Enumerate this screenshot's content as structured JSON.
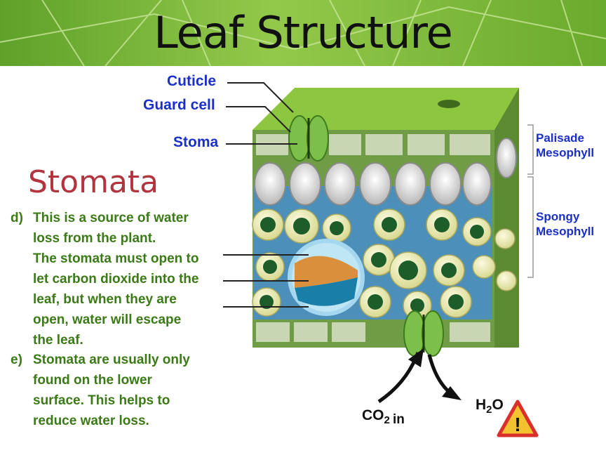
{
  "title": "Leaf Structure",
  "subtitle": "Stomata",
  "points": [
    {
      "marker": "d)",
      "lines": [
        "This is a source of water",
        "loss from the plant.",
        "The stomata must open to",
        "let carbon dioxide into the",
        "leaf, but when they are",
        "open, water will escape",
        "the leaf."
      ]
    },
    {
      "marker": "e)",
      "lines": [
        "Stomata are usually only",
        "found on the lower",
        "surface.  This helps to",
        "reduce water loss."
      ]
    }
  ],
  "labels": {
    "cuticle": "Cuticle",
    "guard_cell": "Guard cell",
    "stoma": "Stoma",
    "palisade": [
      "Palisade",
      "Mesophyll"
    ],
    "spongy": [
      "Spongy",
      "Mesophyll"
    ]
  },
  "gases": {
    "co2": {
      "main": "CO",
      "sub": "2",
      "suffix": "in"
    },
    "h2o": {
      "h": "H",
      "sub": "2",
      "o": "O"
    }
  },
  "warning_symbol": "!",
  "colors": {
    "label_blue": "#1b2fc9",
    "text_green": "#3b7a17",
    "subtitle_red": "#b2343e",
    "leaf_green": "#7cc04a"
  }
}
